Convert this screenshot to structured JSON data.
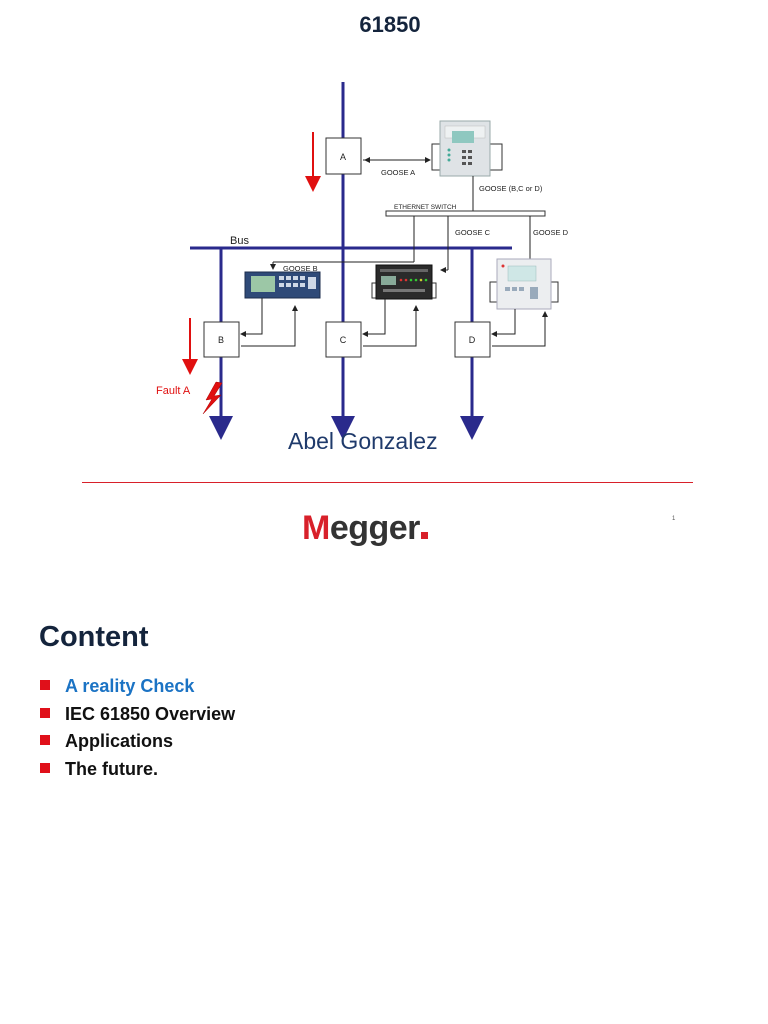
{
  "slide1": {
    "title": "61850",
    "author": "Abel Gonzalez",
    "page_number": "1",
    "logo": {
      "text": "Megger",
      "first_letter": "M",
      "rest": "egger",
      "accent_color": "#d8202a"
    },
    "diagram": {
      "bus_label": "Bus",
      "fault_label": "Fault A",
      "breakers": {
        "a": "A",
        "b": "B",
        "c": "C",
        "d": "D"
      },
      "goose": {
        "a": "GOOSE A",
        "bcd": "GOOSE (B,C or D)",
        "b": "GOOSE B",
        "c": "GOOSE C",
        "d": "GOOSE D"
      },
      "switch_label": "ETHERNET SWITCH",
      "colors": {
        "bus": "#2a2a8c",
        "fault": "#e01010",
        "wire": "#222222"
      }
    }
  },
  "slide2": {
    "heading": "Content",
    "bullets": [
      {
        "text": "A reality Check",
        "active": true
      },
      {
        "text": "IEC 61850 Overview",
        "active": false
      },
      {
        "text": "Applications",
        "active": false
      },
      {
        "text": "The future.",
        "active": false
      }
    ],
    "colors": {
      "heading": "#14243c",
      "active": "#1b73c4",
      "bullet_square": "#e0101a"
    }
  }
}
